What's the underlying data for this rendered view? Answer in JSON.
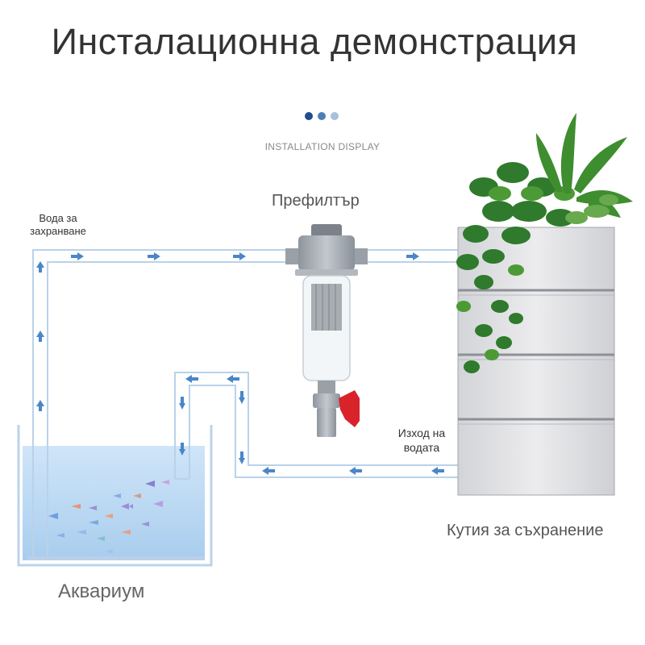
{
  "header": {
    "title": "Инсталационна демонстрация",
    "subtitle": "INSTALLATION DISPLAY",
    "dots": [
      {
        "color": "#1f4e8c"
      },
      {
        "color": "#4f7fb8"
      },
      {
        "color": "#a9c0dc"
      }
    ]
  },
  "labels": {
    "storage_water": [
      "Вода за",
      "захранване"
    ],
    "prefilter": "Префилтър",
    "water_outlet": [
      "Изход на",
      "водата"
    ],
    "storage_box": "Кутия за съхранение",
    "aquarium": "Аквариум"
  },
  "colors": {
    "pipe_outline": "#b9d2ea",
    "arrow": "#4a86c8",
    "water_top": "#cfe5f8",
    "water_bottom": "#a9cdee",
    "box_fill": "#e6e6e8",
    "valve": "#d8232a"
  }
}
